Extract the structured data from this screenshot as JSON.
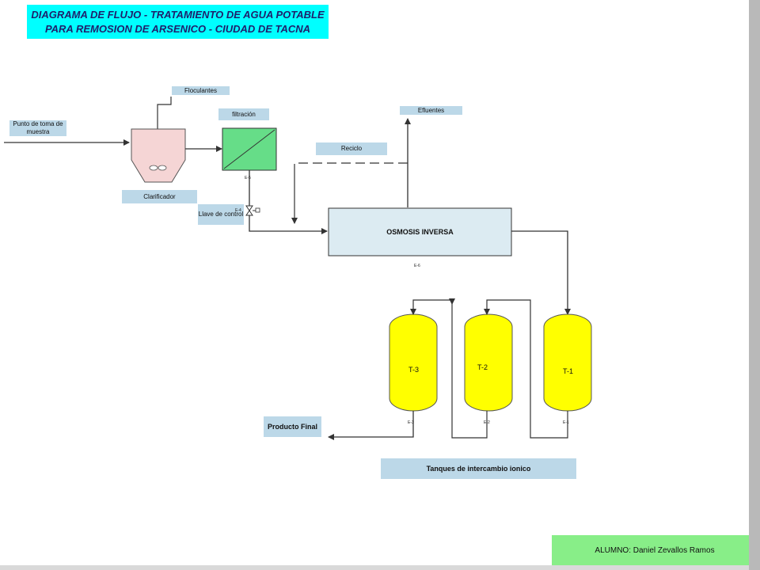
{
  "title": {
    "line1": "DIAGRAMA DE FLUJO - TRATAMIENTO DE AGUA POTABLE",
    "line2": "PARA REMOSION  DE ARSENICO -  CIUDAD DE  TACNA"
  },
  "labels": {
    "sampling_point": "Punto de toma de muestra",
    "floculantes": "Floculantes",
    "filtracion": "filtración",
    "clarificador": "Clarificador",
    "llave_control": "Llave de control",
    "reciclo": "Reciclo",
    "efluentes": "Efluentes",
    "osmosis": "OSMOSIS INVERSA",
    "producto_final": "Producto Final",
    "tanques": "Tanques de intercambio ionico"
  },
  "tags": {
    "e5": "E-5",
    "e4": "E-4",
    "e6": "E-6",
    "e3": "E-3",
    "e2": "E-2",
    "e1": "E-1"
  },
  "tanks": {
    "t3": "T-3",
    "t2": "T-2",
    "t1": "T-1"
  },
  "student": "ALUMNO: Daniel Zevallos Ramos",
  "colors": {
    "title_bg": "#00ffff",
    "label_bg": "#bcd8e8",
    "tank_fill": "#ffff00",
    "filter_fill": "#66dd88",
    "clarifier_fill": "#f5d5d5",
    "osmosis_fill": "#dcebf2",
    "student_bg": "#88ee88"
  }
}
